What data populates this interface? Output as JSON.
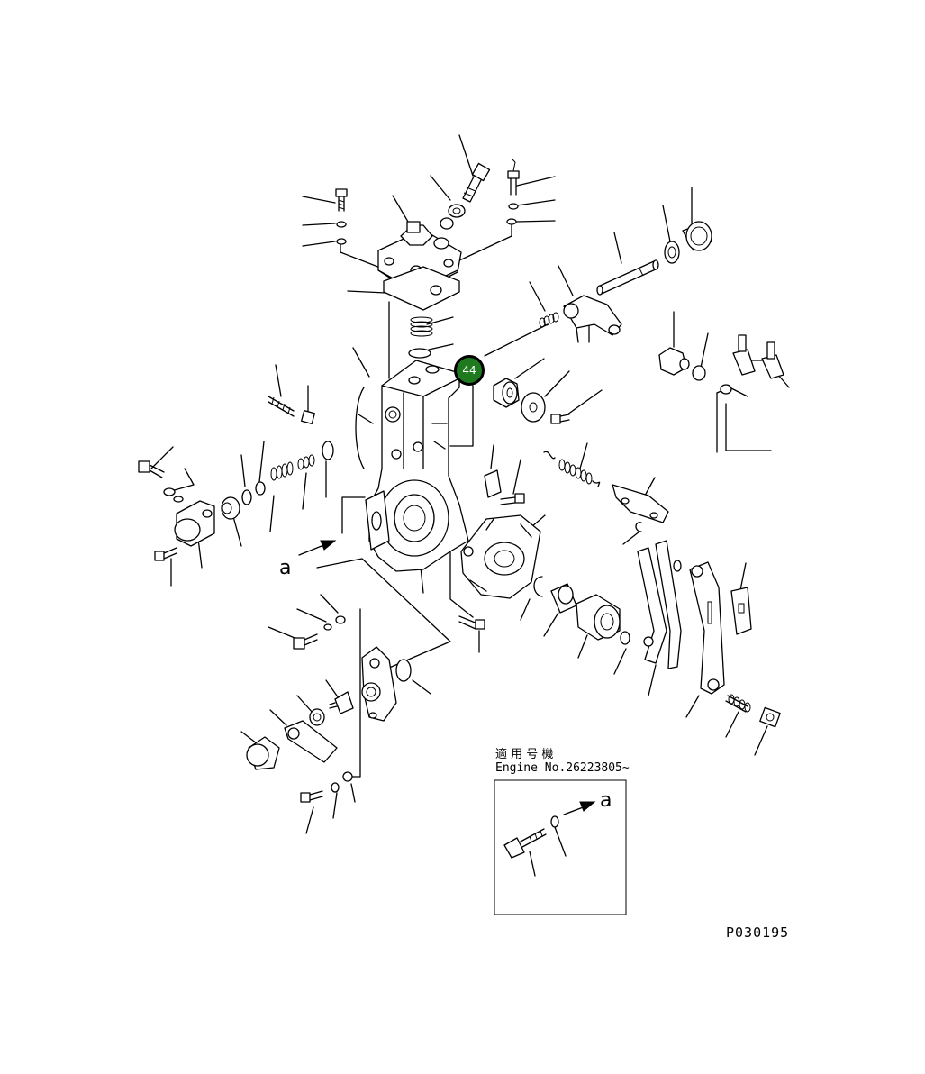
{
  "callout": {
    "label": "44",
    "color": "#1f7a1f"
  },
  "view_arrow_label": "a",
  "inset": {
    "applicability_heading": "適 用 号 機",
    "serial_text": "Engine No.26223805~",
    "arrow_label": "a",
    "part_label": "- -"
  },
  "drawing_number": "P030195"
}
